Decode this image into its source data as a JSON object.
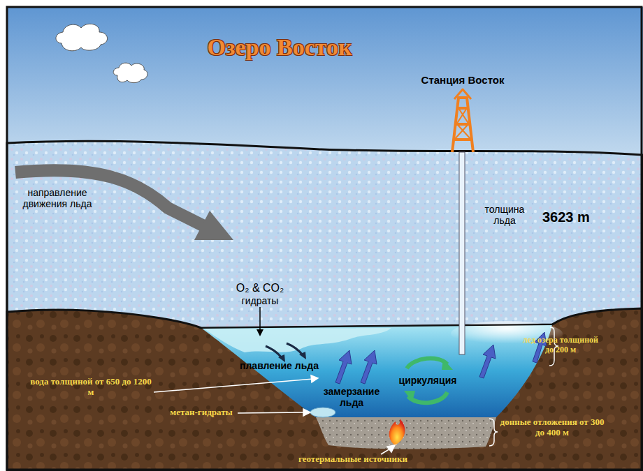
{
  "diagram": {
    "title": "Озеро Восток",
    "labels": [
      "Станция Восток",
      "направление движения льда",
      "толщина льда",
      "3623 m",
      "O₂ & CO₂",
      "гидраты",
      "плавление льда",
      "замерзание льда",
      "циркуляция",
      "вода толщиной от 650 до 1200 м",
      "метан-гидраты",
      "лед озера толщиной до 200 м",
      "донные отложения от 300 до 400 м",
      "геотермальные источники"
    ]
  }
}
